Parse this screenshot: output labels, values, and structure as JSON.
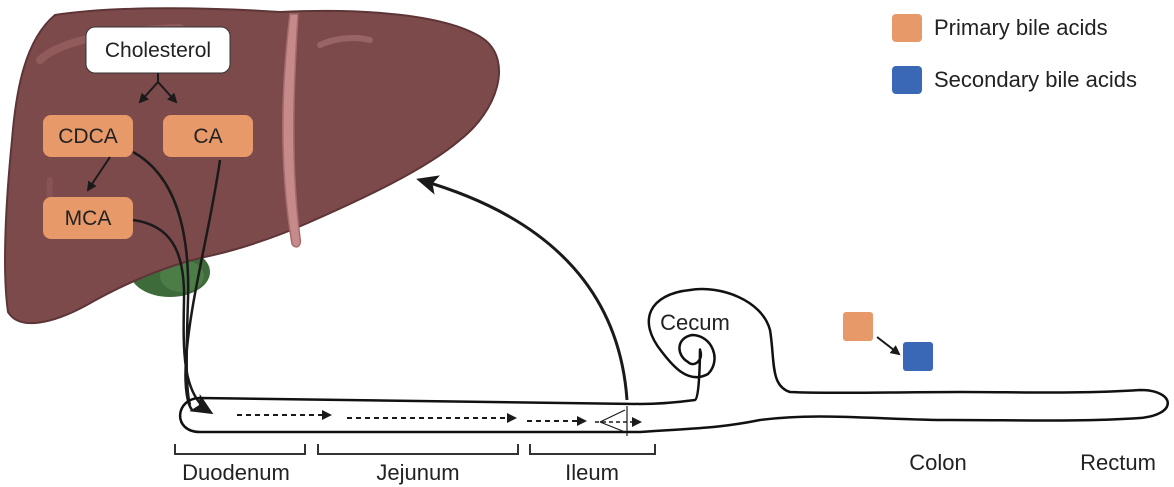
{
  "legend": {
    "primary_label": "Primary bile acids",
    "secondary_label": "Secondary bile acids",
    "primary_color": "#E8996A",
    "secondary_color": "#3A68B6"
  },
  "liver": {
    "source": "Cholesterol",
    "acids": [
      "CDCA",
      "CA",
      "MCA"
    ],
    "liver_color": "#7D4A4C",
    "gallbladder_color": "#3E6B3A"
  },
  "intestine": {
    "segments": [
      "Duodenum",
      "Jejunum",
      "Ileum",
      "Cecum",
      "Colon",
      "Rectum"
    ]
  },
  "conversion": {
    "from_icon": "primary-square",
    "to_icon": "secondary-square"
  }
}
